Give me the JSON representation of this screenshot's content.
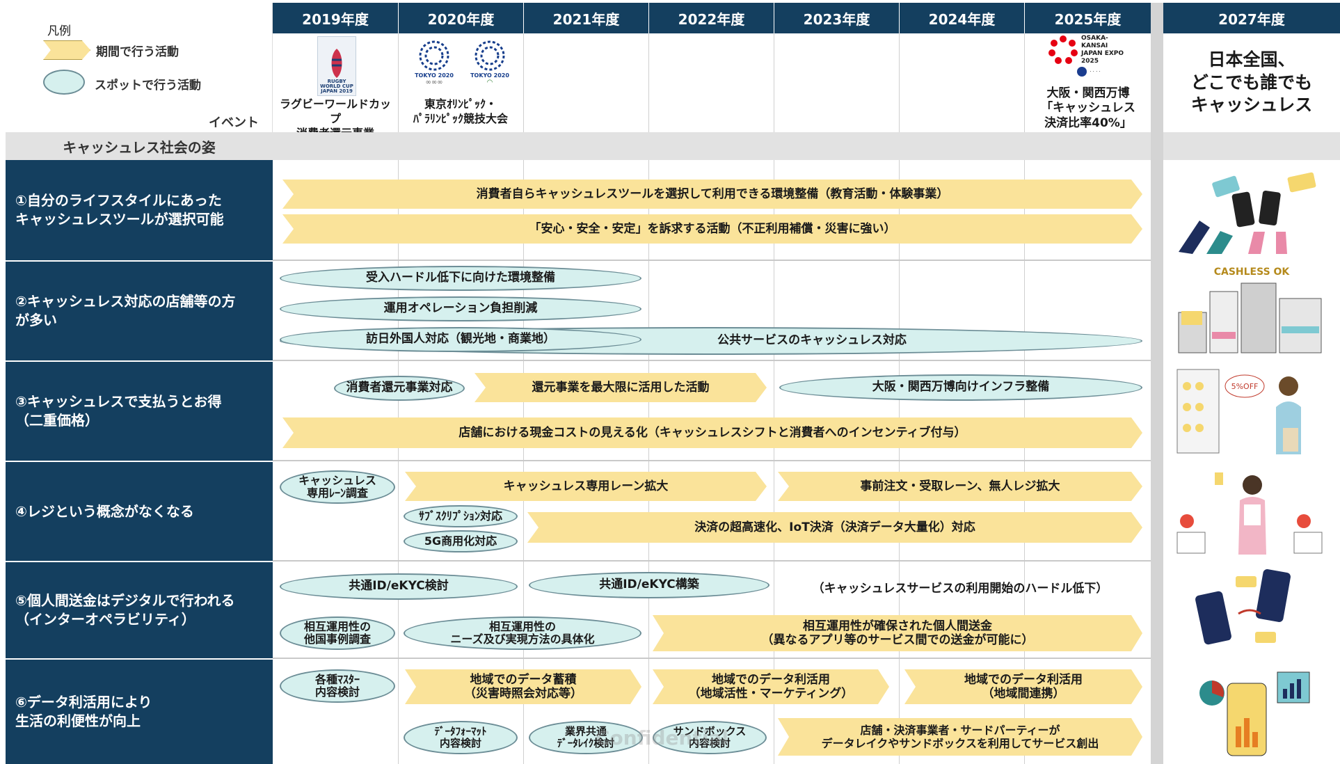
{
  "legend": {
    "title": "凡例",
    "period_label": "期間で行う活動",
    "spot_label": "スポットで行う活動",
    "event_label": "イベント"
  },
  "years": [
    "2019年度",
    "2020年度",
    "2021年度",
    "2022年度",
    "2023年度",
    "2024年度",
    "2025年度"
  ],
  "final_year": "2027年度",
  "events": {
    "y2019_logo": "RUGBY WORLD CUP JAPAN 2019",
    "y2019": "ラグビーワールドカップ\n消費者還元事業",
    "y2020_logo_a": "TOKYO 2020",
    "y2020_logo_b": "TOKYO 2020",
    "y2020": "東京ｵﾘﾝﾋﾟｯｸ・\nﾊﾟﾗﾘﾝﾋﾟｯｸ競技大会",
    "y2025_logo": "OSAKA-KANSAI JAPAN EXPO 2025",
    "y2025": "大阪・関西万博\n「キャッシュレス\n決済比率40%」"
  },
  "vision_2027": "日本全国、\nどこでも誰でも\nキャッシュレス",
  "society_label": "キャッシュレス社会の姿",
  "rows": [
    {
      "label": "①自分のライフスタイルにあった\nキャッシュレスツールが選択可能",
      "items": [
        "消費者自らキャッシュレスツールを選択して利用できる環境整備（教育活動・体験事業）",
        "「安心・安全・安定」を訴求する活動（不正利用補償・災害に強い）"
      ]
    },
    {
      "label": "②キャッシュレス対応の店舗等の方\nが多い",
      "items": [
        "受入ハードル低下に向けた環境整備",
        "運用オペレーション負担削減",
        "訪日外国人対応（観光地・商業地）",
        "公共サービスのキャッシュレス対応"
      ],
      "illus": "CASHLESS OK"
    },
    {
      "label": "③キャッシュレスで支払うとお得\n（二重価格）",
      "items": [
        "消費者還元事業対応",
        "還元事業を最大限に活用した活動",
        "大阪・関西万博向けインフラ整備",
        "店舗における現金コストの見える化（キャッシュレスシフトと消費者へのインセンティブ付与）"
      ],
      "illus": "5%OFF"
    },
    {
      "label": "④レジという概念がなくなる",
      "items": [
        "キャッシュレス\n専用ﾚｰﾝ調査",
        "キャッシュレス専用レーン拡大",
        "事前注文・受取レーン、無人レジ拡大",
        "ｻﾌﾞｽｸﾘﾌﾟｼｮﾝ対応",
        "5G商用化対応",
        "決済の超高速化、IoT決済（決済データ大量化）対応"
      ]
    },
    {
      "label": "⑤個人間送金はデジタルで行われる\n（インターオペラビリティ）",
      "items": [
        "共通ID/eKYC検討",
        "共通ID/eKYC構築",
        "（キャッシュレスサービスの利用開始のハードル低下）",
        "相互運用性の\n他国事例調査",
        "相互運用性の\nニーズ及び実現方法の具体化",
        "相互運用性が確保された個人間送金\n（異なるアプリ等のサービス間での送金が可能に）"
      ]
    },
    {
      "label": "⑥データ利活用により\n生活の利便性が向上",
      "items": [
        "各種ﾏｽﾀｰ\n内容検討",
        "地域でのデータ蓄積\n（災害時照会対応等）",
        "地域でのデータ利活用\n（地域活性・マーケティング）",
        "地域でのデータ利活用\n（地域間連携）",
        "ﾃﾞｰﾀﾌｫｰﾏｯﾄ\n内容検討",
        "業界共通\nﾃﾞｰﾀﾚｲｸ検討",
        "サンドボックス\n内容検討",
        "店舗・決済事業者・サードパーティーが\nデータレイクやサンドボックスを利用してサービス創出"
      ]
    }
  ],
  "watermark": "Confidential",
  "colors": {
    "header": "#143f5f",
    "arrow": "#fae39a",
    "ellipse": "#d6f0ee"
  }
}
